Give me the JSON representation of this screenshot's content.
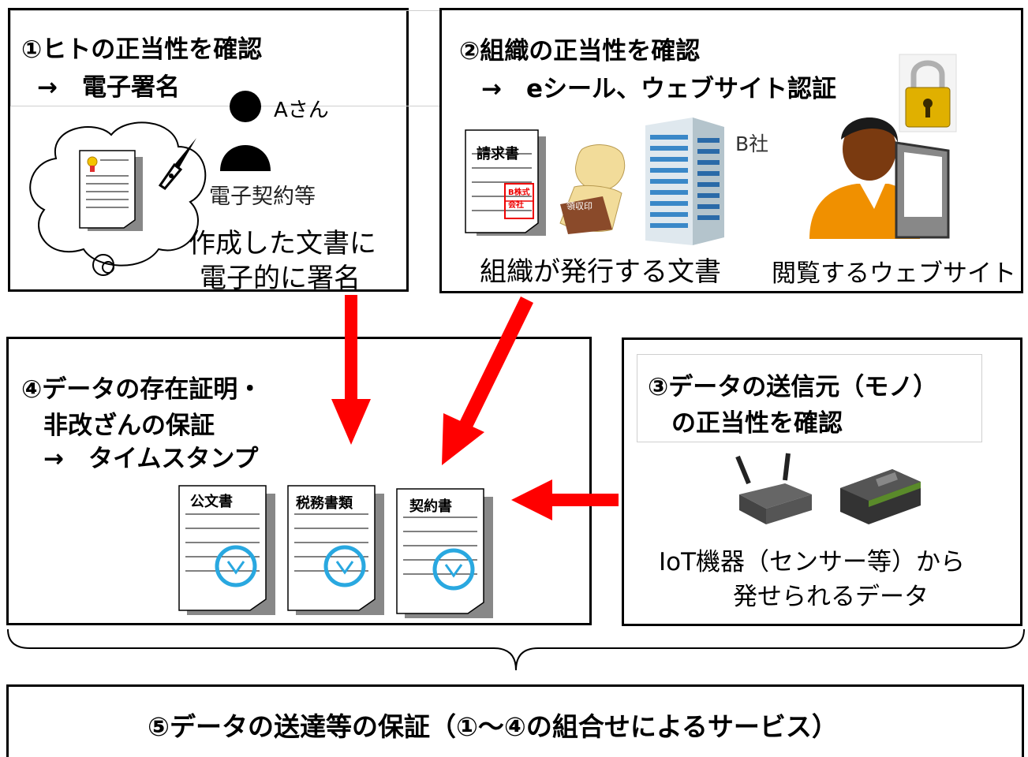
{
  "box1": {
    "title": "①ヒトの正当性を確認",
    "subtitle": "→　電子署名",
    "person": "Aさん",
    "contract": "電子契約等",
    "caption_line1": "作成した文書に",
    "caption_line2": "電子的に署名"
  },
  "box2": {
    "title": "②組織の正当性を確認",
    "subtitle": "→　eシール、ウェブサイト認証",
    "invoice_label": "請求書",
    "stamp_text": "B株式会社",
    "seal_text": "領収印",
    "company": "B社",
    "caption_docs": "組織が発行する文書",
    "caption_web": "閲覧するウェブサイト"
  },
  "box3": {
    "title_line1": "③データの送信元（モノ）",
    "title_line2": "の正当性を確認",
    "caption_line1": "IoT機器（センサー等）から",
    "caption_line2": "発せられるデータ"
  },
  "box4": {
    "title_line1": "④データの存在証明・",
    "title_line2": "非改ざんの保証",
    "subtitle": "→　タイムスタンプ",
    "docs": [
      "公文書",
      "税務書類",
      "契約書"
    ]
  },
  "box5": {
    "title": "⑤データの送達等の保証（①～④の組合せによるサービス）"
  },
  "colors": {
    "arrow": "#ff0000",
    "stamp": "#29a8e0",
    "lock": "#e0b000"
  }
}
